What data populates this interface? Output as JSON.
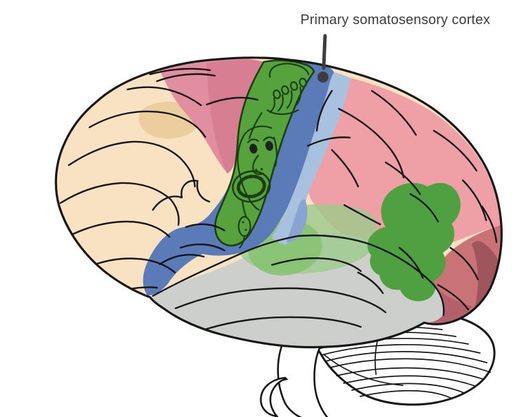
{
  "annotation": {
    "label": "Primary somatosensory cortex"
  },
  "figure": {
    "type": "anatomical-diagram",
    "subject": "lateral view of human brain with colored cortical regions and a sensory homunculus figure drawn over the central region"
  },
  "colors": {
    "background": "#ffffff",
    "outline": "#161616",
    "label_text": "#3b3b3b",
    "pointer": "#3d3d3d",
    "frontal_cream": "#f8e2c1",
    "frontal_tan": "#ecce9e",
    "motor_pink": "#e18fa0",
    "motor_pink_dark": "#d87e93",
    "parietal_pink": "#efa0a7",
    "occipital_rose": "#c97377",
    "occipital_shadow": "#b2616a",
    "occipital_maroon": "#9e565c",
    "temporal_gray": "#cdcfcc",
    "blue_dark": "#5b7ab8",
    "blue_light": "#a8c1de",
    "blue_mid": "#8aa4cf",
    "homunculus_green": "#56a33d",
    "homunculus_line": "#1b3f10",
    "homunculus_eye": "#1f2020",
    "auditory_green_light": "#9ccb8b",
    "auditory_green_mid": "#84c271",
    "association_green": "#4ea041",
    "cerebellum_white": "#ffffff"
  }
}
